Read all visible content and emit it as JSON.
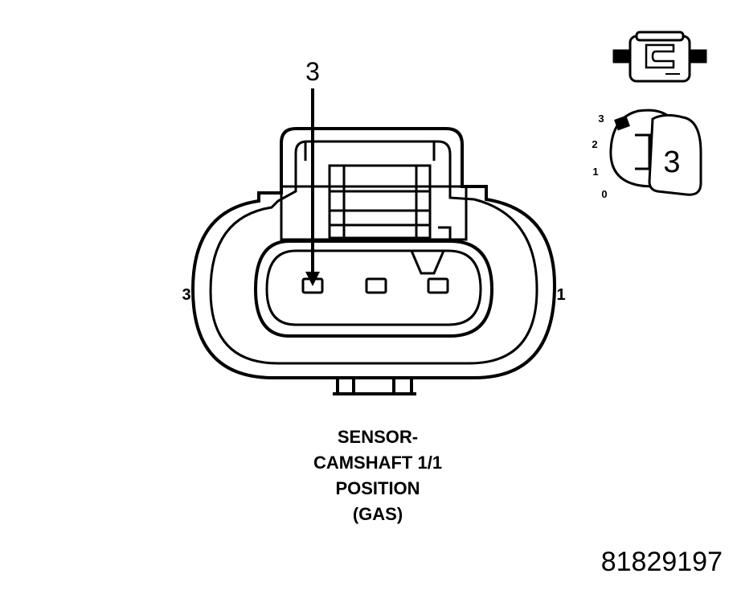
{
  "callout": {
    "pin_label": "3"
  },
  "side_labels": {
    "left": "3",
    "right": "1"
  },
  "pin_legend": {
    "ticks": [
      "3",
      "2",
      "1",
      "0"
    ],
    "selected": "3"
  },
  "caption": {
    "lines": [
      "SENSOR-",
      "CAMSHAFT 1/1",
      "POSITION",
      "(GAS)"
    ]
  },
  "figure_id": "81829197"
}
